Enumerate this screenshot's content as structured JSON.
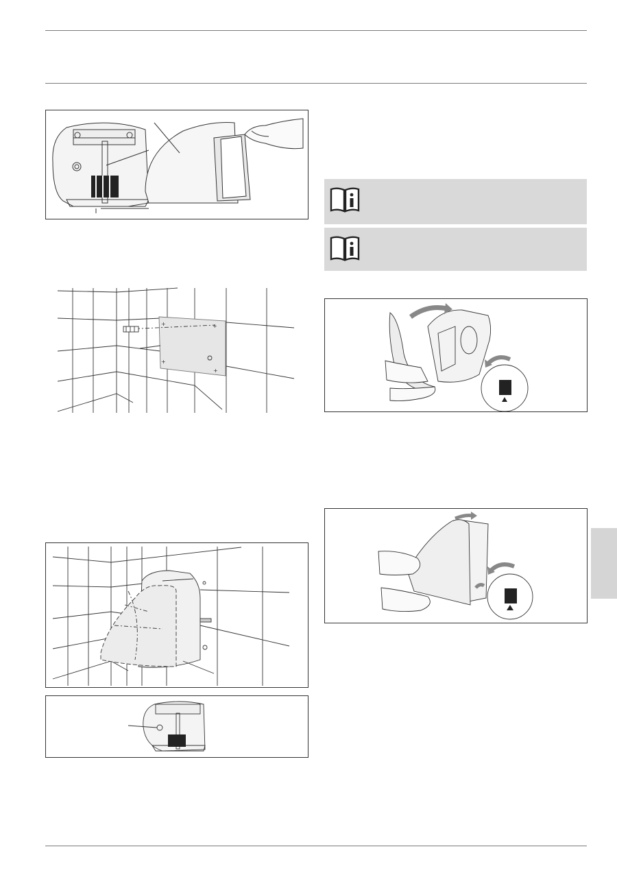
{
  "page": {
    "background": "#ffffff",
    "rule_color": "#7a7a7a",
    "note_fill": "#d9d9d9",
    "side_tab_fill": "#d5d5d5"
  },
  "figures": [
    {
      "id": "cover-removal",
      "icon": "device-open-cover-drawing"
    },
    {
      "id": "wall-drilling",
      "icon": "wall-mounting-template-drawing"
    },
    {
      "id": "wall-mounting",
      "icon": "device-on-wall-drawing"
    },
    {
      "id": "mounted-back-detail",
      "icon": "device-back-detail-drawing"
    },
    {
      "id": "cover-fitting-1",
      "icon": "cover-fitting-drawing"
    },
    {
      "id": "cover-fitting-2",
      "icon": "cover-closing-drawing"
    }
  ],
  "notes": [
    {
      "icon": "read-manual-info-icon"
    },
    {
      "icon": "read-manual-info-icon"
    }
  ]
}
